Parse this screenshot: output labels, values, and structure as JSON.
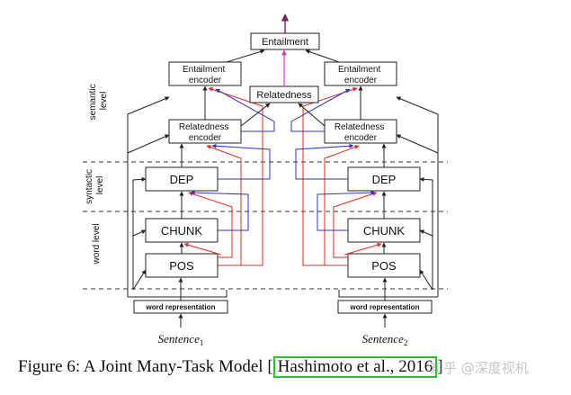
{
  "nodes": {
    "entailment": "Entailment",
    "relatedness": "Relatedness",
    "entail_enc": "Entailment\nencoder",
    "related_enc": "Relatedness\nencoder",
    "dep": "DEP",
    "chunk": "CHUNK",
    "pos": "POS",
    "word_rep": "word representation"
  },
  "levels": {
    "semantic": "semantic\nlevel",
    "syntactic": "syntactic\nlevel",
    "word": "word level"
  },
  "sentences": {
    "s1": "Sentence",
    "s1_sub": "1",
    "s2": "Sentence",
    "s2_sub": "2"
  },
  "caption": {
    "prefix": "Figure 6: A Joint Many-Task Model [",
    "citation": "Hashimoto et al., 2016",
    "suffix": "]"
  },
  "watermark": "知乎 @深度视机",
  "colors": {
    "red": "#e8281e",
    "blue": "#2b36c9",
    "magenta": "#d63acb",
    "purple": "#7a1a6e",
    "highlight": "#23c42a"
  }
}
